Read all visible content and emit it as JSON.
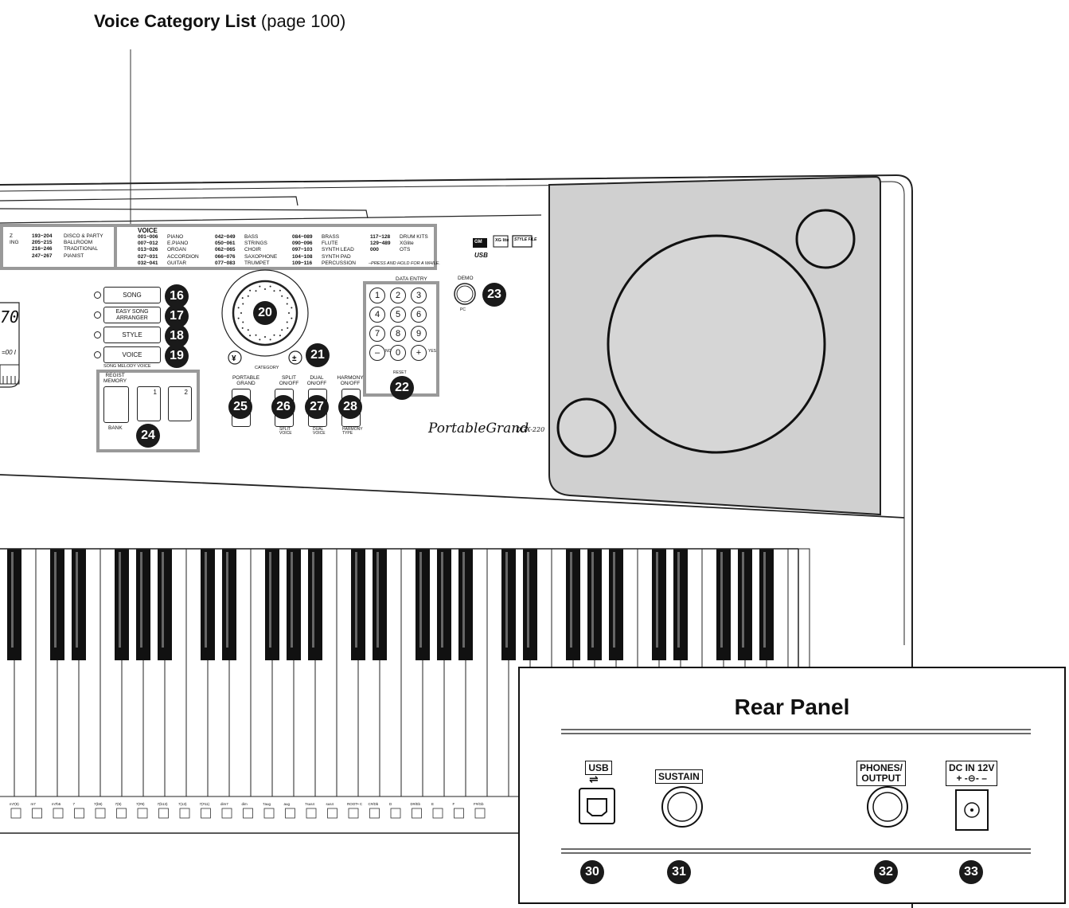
{
  "callout": {
    "bold": "Voice Category List",
    "normal": " (page 100)"
  },
  "voice_list": {
    "heading": "VOICE",
    "columns": [
      [
        [
          "001~006",
          "PIANO"
        ],
        [
          "007~012",
          "E.PIANO"
        ],
        [
          "013~026",
          "ORGAN"
        ],
        [
          "027~031",
          "ACCORDION"
        ],
        [
          "032~041",
          "GUITAR"
        ]
      ],
      [
        [
          "042~049",
          "BASS"
        ],
        [
          "050~061",
          "STRINGS"
        ],
        [
          "062~065",
          "CHOIR"
        ],
        [
          "066~076",
          "SAXOPHONE"
        ],
        [
          "077~083",
          "TRUMPET"
        ]
      ],
      [
        [
          "084~089",
          "BRASS"
        ],
        [
          "090~096",
          "FLUTE"
        ],
        [
          "097~103",
          "SYNTH LEAD"
        ],
        [
          "104~108",
          "SYNTH PAD"
        ],
        [
          "109~116",
          "PERCUSSION"
        ]
      ],
      [
        [
          "117~128",
          "DRUM KITS"
        ],
        [
          "129~489",
          "XGlite"
        ],
        [
          "000",
          "OTS"
        ]
      ]
    ],
    "note": "–PRESS AND HOLD FOR A WHILE."
  },
  "style_list": [
    [
      "Z",
      "193~204",
      "DISCO & PARTY"
    ],
    [
      "ING",
      "205~215",
      "BALLROOM"
    ],
    [
      "",
      "216~246",
      "TRADITIONAL"
    ],
    [
      "",
      "247~267",
      "PIANIST"
    ]
  ],
  "buttons": {
    "song": "SONG",
    "easy_song_1": "EASY SONG",
    "easy_song_2": "ARRANGER",
    "style": "STYLE",
    "voice": "VOICE",
    "voice_sub": "SONG MELODY VOICE",
    "regist_1": "REGIST",
    "regist_2": "MEMORY",
    "mem1": "1",
    "mem2": "2",
    "bank": "BANK",
    "portable_1": "PORTABLE",
    "portable_2": "GRAND",
    "split_1": "SPLIT",
    "split_2": "ON/OFF",
    "split_sub_1": "SPLIT",
    "split_sub_2": "VOICE",
    "dual_1": "DUAL",
    "dual_2": "ON/OFF",
    "dual_sub_1": "DUAL",
    "dual_sub_2": "VOICE",
    "harmony_1": "HARMONY",
    "harmony_2": "ON/OFF",
    "harmony_sub_1": "HARMONY",
    "harmony_sub_2": "TYPE",
    "demo": "DEMO",
    "demo_sub": "PC",
    "data_entry": "DATA ENTRY",
    "category": "CATEGORY",
    "no": "NO",
    "yes": "YES",
    "reset": "RESET",
    "numpad": [
      "1",
      "2",
      "3",
      "4",
      "5",
      "6",
      "7",
      "8",
      "9",
      "–",
      "0",
      "+"
    ]
  },
  "callouts": [
    "16",
    "17",
    "18",
    "19",
    "20",
    "21",
    "22",
    "23",
    "24",
    "25",
    "26",
    "27",
    "28"
  ],
  "brand": {
    "name": "PortableGrand",
    "model": "DGX-220"
  },
  "logos": [
    "GM",
    "XG lite",
    "STYLE FILE",
    "USB"
  ],
  "display": {
    "chars1": "70",
    "chars2": "=00 I"
  },
  "chord_labels": [
    "m7(9)",
    "m7",
    "m7b5",
    "7",
    "7(b9)",
    "7(9)",
    "7(#9)",
    "7(b13)",
    "7(13)",
    "7(#11)",
    "dim7",
    "dim",
    "7aug",
    "aug",
    "7sus4",
    "sus4",
    "ROOT• C",
    "C#/Db",
    "D",
    "D#/Eb",
    "E",
    "F",
    "F#/Gb"
  ],
  "rear_panel": {
    "title": "Rear Panel",
    "usb": "USB",
    "sustain": "SUSTAIN",
    "phones_1": "PHONES/",
    "phones_2": "OUTPUT",
    "dc_1": "DC IN 12V",
    "dc_2": "+ -⊖- –",
    "callouts": [
      "30",
      "31",
      "32",
      "33"
    ]
  }
}
